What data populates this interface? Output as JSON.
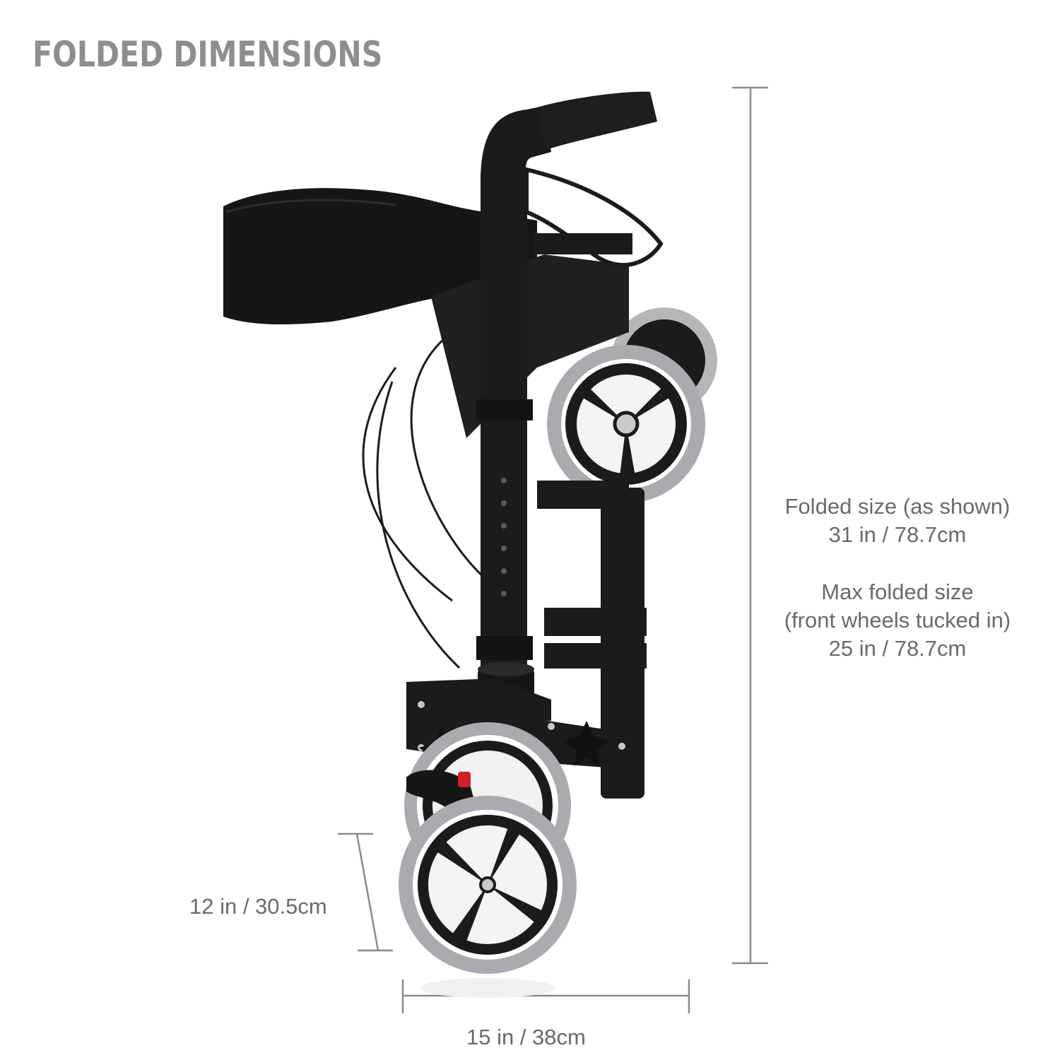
{
  "title": "FOLDED DIMENSIONS",
  "folded_size": {
    "line1": "Folded size (as shown)",
    "line2": "31 in / 78.7cm"
  },
  "max_folded_size": {
    "line1": "Max folded size",
    "line2": "(front wheels tucked in)",
    "line3": "25 in / 78.7cm"
  },
  "wheel_height_label": "12 in / 30.5cm",
  "width_label": "15 in / 38cm",
  "colors": {
    "title": "#8d8e90",
    "text": "#6a6a6c",
    "dimension_lines": "#8a8a8c",
    "frame": "#1b1b1c",
    "tire": "#a9abae"
  }
}
